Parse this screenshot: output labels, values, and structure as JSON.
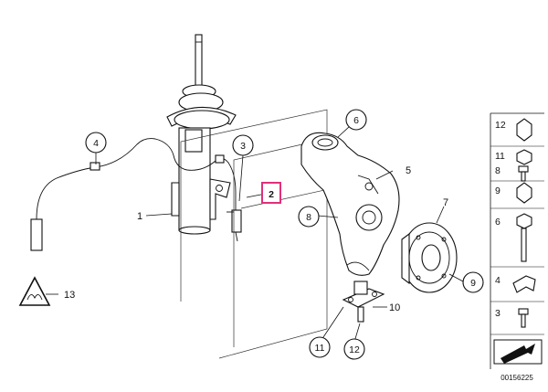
{
  "diagram": {
    "diagram_code": "00156225",
    "callouts": {
      "c1": "1",
      "c2": "2",
      "c3": "3",
      "c4": "4",
      "c5": "5",
      "c6": "6",
      "c7": "7",
      "c8": "8",
      "c9": "9",
      "c10": "10",
      "c11": "11",
      "c12": "12",
      "c13": "13"
    },
    "highlighted_callout": "2",
    "highlight_color": "#e0307a",
    "side_panel": {
      "items": [
        "12",
        "11",
        "8",
        "9",
        "6",
        "4",
        "3"
      ]
    }
  }
}
